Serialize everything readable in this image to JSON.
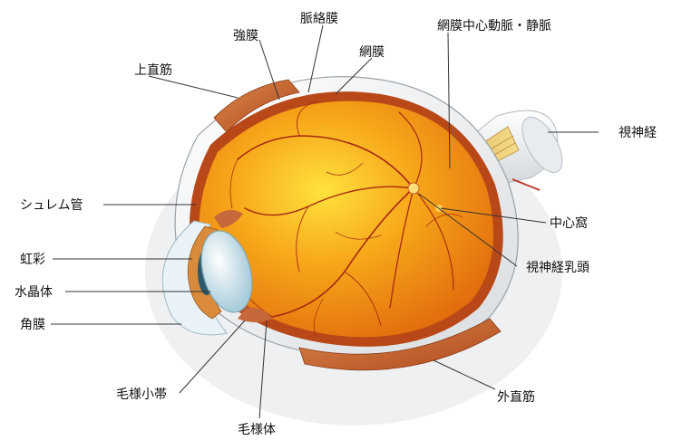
{
  "labels": {
    "sclera": "強膜",
    "choroid": "脈絡膜",
    "retina": "網膜",
    "central_vessels": "網膜中心動脈・静脈",
    "superior_rectus": "上直筋",
    "optic_nerve": "視神経",
    "schlemm_canal": "シュレム管",
    "fovea": "中心窩",
    "iris": "虹彩",
    "optic_disc": "視神経乳頭",
    "lens": "水晶体",
    "cornea": "角膜",
    "zonule": "毛様小帯",
    "lateral_rectus": "外直筋",
    "ciliary_body": "毛様体"
  },
  "colors": {
    "interior": "#f08a10",
    "interior_highlight": "#ffd33a",
    "sclera": "#f3f3f3",
    "choroid": "#b94818",
    "vessel": "#a52a12",
    "muscle": "#c0602a",
    "lens": "#cfe7f0",
    "nerve": "#e8c66a",
    "leader": "#333333"
  }
}
